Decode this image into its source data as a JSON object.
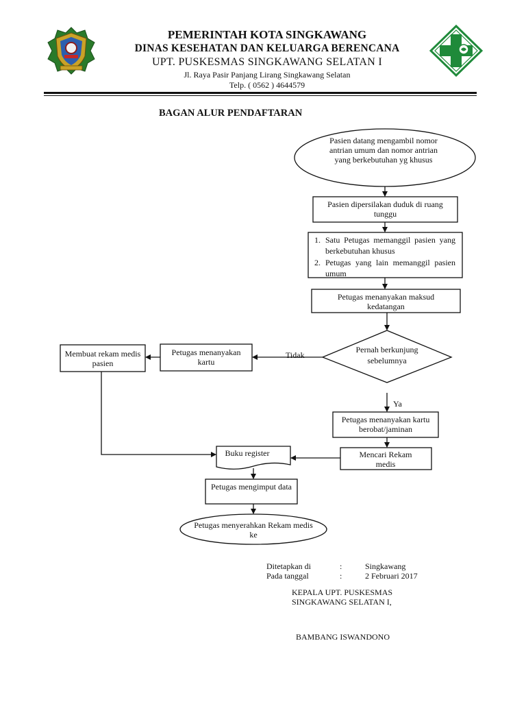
{
  "header": {
    "line1": "PEMERINTAH KOTA SINGKAWANG",
    "line2": "DINAS KESEHATAN DAN KELUARGA BERENCANA",
    "line3": "UPT. PUSKESMAS SINGKAWANG SELATAN I",
    "address": "Jl. Raya Pasir Panjang Lirang Singkawang Selatan",
    "phone": "Telp. ( 0562 ) 4644579"
  },
  "logos": {
    "left": "city-emblem",
    "right": "puskesmas-cross",
    "right_color": "#1f8a3a"
  },
  "title": "BAGAN ALUR PENDAFTARAN",
  "flow": {
    "start": "Pasien datang mengambil nomor antrian umum dan nomor  antrian yang berkebutuhan  yg khusus",
    "wait": "Pasien dipersilakan duduk di ruang tunggu",
    "calls": [
      "Satu Petugas memanggil pasien yang berkebutuhan khusus",
      "Petugas yang lain memanggil pasien umum"
    ],
    "ask_purpose": "Petugas menanyakan maksud kedatangan",
    "decision": "Pernah berkunjung sebelumnya",
    "label_no": "Tidak",
    "label_yes": "Ya",
    "ask_card": "Petugas menanyakan kartu",
    "make_record": "Membuat rekam medis pasien",
    "ask_insurance": "Petugas menanyakan kartu berobat/jaminan",
    "find_record": "Mencari Rekam medis",
    "register": "Buku register",
    "input": "Petugas mengimput data",
    "end": "Petugas menyerahkan Rekam medis ke"
  },
  "signature": {
    "set_label": "Ditetapkan di",
    "set_value": "Singkawang",
    "date_label": "Pada tanggal",
    "date_value": "2 Februari 2017",
    "colon": ":",
    "title1": "KEPALA UPT. PUSKESMAS",
    "title2": "SINGKAWANG SELATAN I,",
    "name": "BAMBANG ISWANDONO"
  }
}
